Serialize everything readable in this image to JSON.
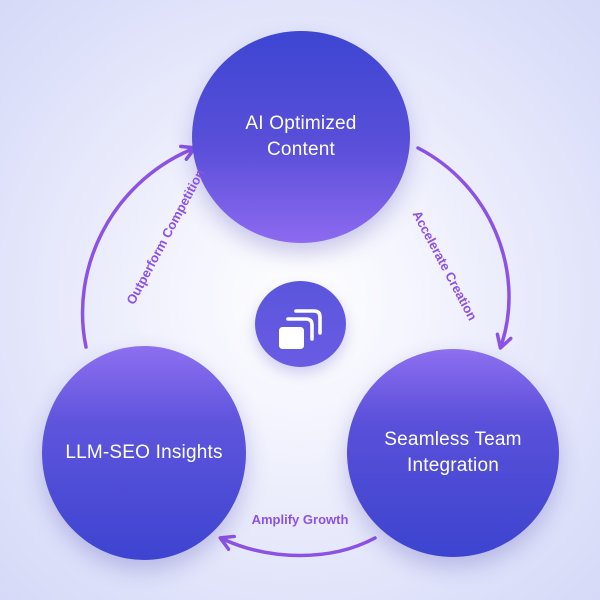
{
  "nodes": {
    "top": {
      "label": "AI Optimized Content"
    },
    "left": {
      "label": "LLM-SEO Insights"
    },
    "right": {
      "label": "Seamless Team Integration"
    }
  },
  "arrows": {
    "left_to_top": {
      "label": "Outperform Competition"
    },
    "top_to_right": {
      "label": "Accelerate Creation"
    },
    "right_to_left": {
      "label": "Amplify Growth"
    }
  },
  "center": {
    "icon": "stacked-squares-icon"
  },
  "colors": {
    "arrow": "#8c52e6",
    "label": "#8c52e6",
    "node_dark": "#3d44d0",
    "node_light": "#8e6ff0",
    "background": "#dfe2fa"
  }
}
